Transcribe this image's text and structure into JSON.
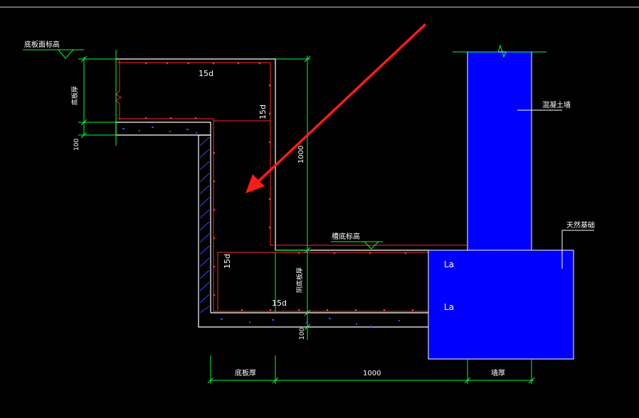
{
  "colors": {
    "background": "#000000",
    "outline": "#ffffff",
    "rebar": "#ff2a2a",
    "rebar_dot": "#ff3333",
    "dimension": "#00ff33",
    "dimension_text": "#ffffff",
    "level_mark": "#00ff33",
    "concrete_fill": "#0000ff",
    "hatch": "#3b44ff",
    "arrow": "#ff1a1a"
  },
  "labels": {
    "top_level": "底板面标高",
    "slab_thickness_vertical": "底板厚",
    "dim_100_upper": "100",
    "dim_15d_top": "15d",
    "dim_15d_right": "15d",
    "dim_1000_vertical": "1000",
    "pit_level": "槽底标高",
    "dim_15d_pit_left": "15d",
    "pit_slab_thickness": "阴底板厚",
    "dim_15d_bottom": "15d",
    "dim_100_lower": "100",
    "la_upper": "La",
    "la_lower": "La",
    "column": "混凝土墙",
    "foundation": "天然基础",
    "dim_bottom_slab": "底板厚",
    "dim_bottom_1000": "1000",
    "dim_bottom_wall": "墙厚"
  }
}
